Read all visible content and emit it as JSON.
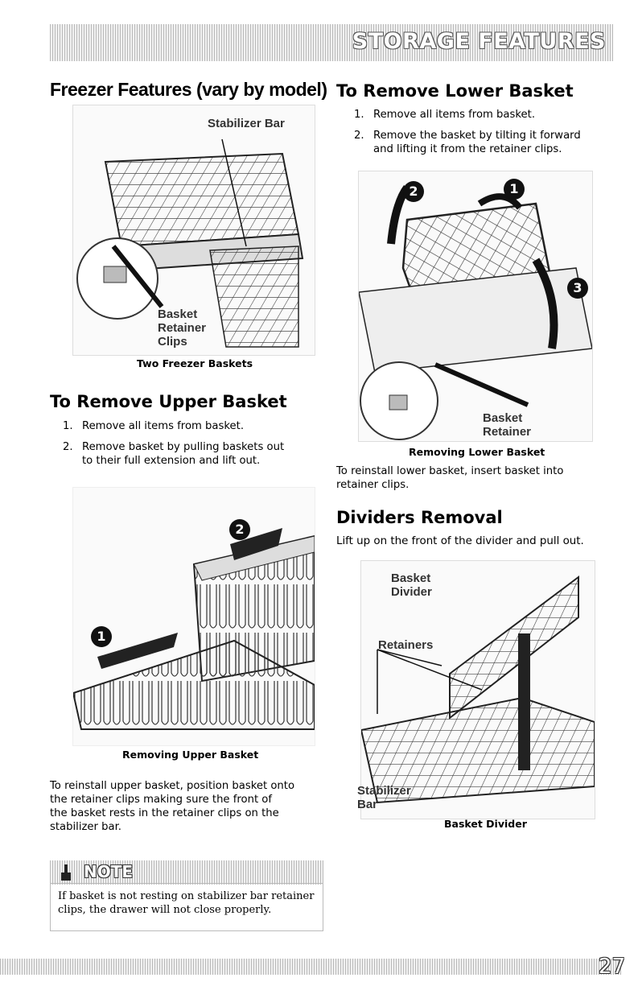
{
  "header": {
    "title": "STORAGE FEATURES"
  },
  "freezer_features": {
    "heading": "Freezer Features (vary by model)",
    "figure": {
      "label_stabilizer": "Stabilizer Bar",
      "label_basket_retainer_clips": [
        "Basket",
        "Retainer",
        "Clips"
      ],
      "caption": "Two Freezer Baskets"
    }
  },
  "remove_upper": {
    "heading": "To Remove Upper Basket",
    "steps": [
      {
        "num": "1.",
        "text": "Remove all items from basket."
      },
      {
        "num": "2.",
        "text_lines": [
          "Remove basket by pulling baskets out",
          "to their full extension and lift out."
        ]
      }
    ],
    "figure": {
      "badge_1": "1",
      "badge_2": "2",
      "caption": "Removing Upper Basket"
    },
    "reinstall_lines": [
      "To reinstall upper basket, position basket onto",
      "the retainer clips making sure the front of",
      "the basket rests in the retainer clips on the",
      "stabilizer bar."
    ]
  },
  "remove_lower": {
    "heading": "To Remove Lower Basket",
    "steps": [
      {
        "num": "1.",
        "text": "Remove all items from basket."
      },
      {
        "num": "2.",
        "text_lines": [
          "Remove the basket by tilting it forward",
          "and lifting it from the retainer clips."
        ]
      }
    ],
    "figure": {
      "badge_1": "1",
      "badge_2": "2",
      "badge_3": "3",
      "label_basket_retainer": [
        "Basket",
        "Retainer"
      ],
      "caption": "Removing Lower Basket"
    },
    "reinstall_lines": [
      "To reinstall lower basket, insert basket into",
      "retainer clips."
    ]
  },
  "dividers": {
    "heading": "Dividers Removal",
    "text": "Lift up on the front of the divider and pull out.",
    "figure": {
      "label_basket_divider": [
        "Basket",
        "Divider"
      ],
      "label_retainers": "Retainers",
      "label_stabilizer_bar": [
        "Stabilizer",
        "Bar"
      ],
      "caption": "Basket Divider"
    }
  },
  "note": {
    "label": "NOTE",
    "icon": "pointing-hand-icon",
    "text_lines": [
      "If basket is not resting on stabilizer bar retainer",
      "clips, the drawer will not close properly."
    ]
  },
  "footer": {
    "page_number": "27"
  }
}
